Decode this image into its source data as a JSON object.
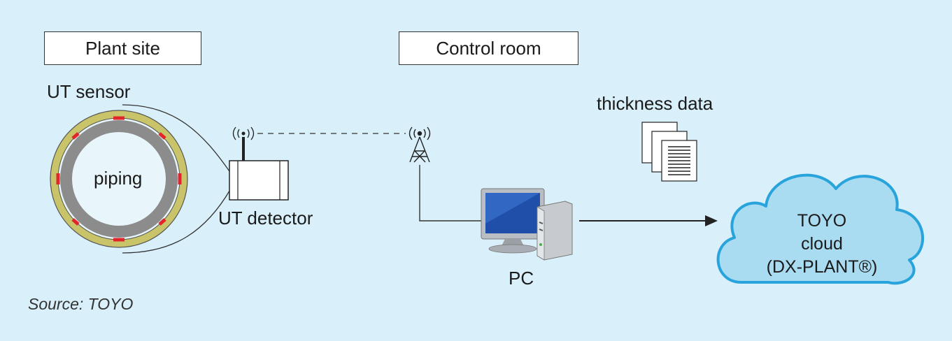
{
  "boxes": {
    "plant_site": "Plant site",
    "control_room": "Control room"
  },
  "labels": {
    "ut_sensor": "UT sensor",
    "piping": "piping",
    "ut_detector": "UT detector",
    "thickness_data": "thickness data",
    "pc": "PC",
    "source": "Source: TOYO"
  },
  "cloud": {
    "line1": "TOYO",
    "line2": "cloud",
    "line3": "(DX-PLANT®)"
  },
  "colors": {
    "background": "#d9f0fa",
    "cloud_fill": "#a9dcf1",
    "cloud_stroke": "#29a3dc",
    "sensor_ring": "#c9c46a",
    "pipe": "#8c8c8c",
    "sensor_marks": "#e0262b"
  }
}
